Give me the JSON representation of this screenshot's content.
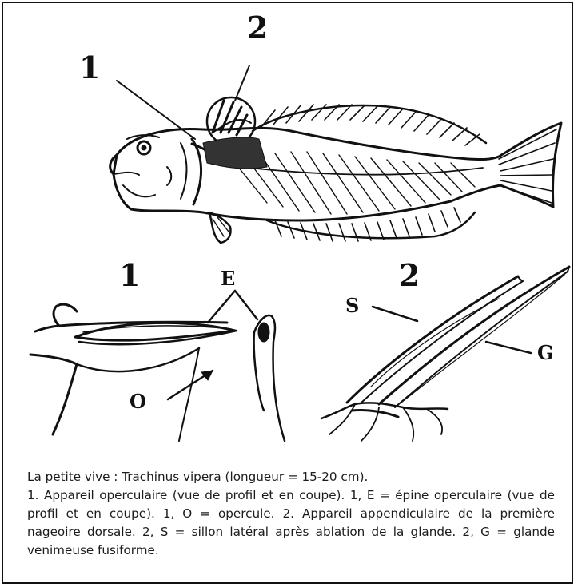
{
  "figure": {
    "main_labels": [
      "1",
      "2"
    ],
    "panel1": {
      "title": "1",
      "label_E": "E",
      "label_O": "O"
    },
    "panel2": {
      "title": "2",
      "label_S": "S",
      "label_G": "G"
    }
  },
  "caption": {
    "title": "La petite vive : Trachinus vipera (longueur = 15-20 cm).",
    "body": "1. Appareil operculaire (vue de profil et en coupe). 1, E = épine operculaire (vue de profil et en coupe). 1, O = opercule. 2. Appareil appendiculaire de la première nageoire dorsale. 2, S = sillon latéral après ablation de la glande. 2, G = glande venimeuse fusiforme."
  }
}
